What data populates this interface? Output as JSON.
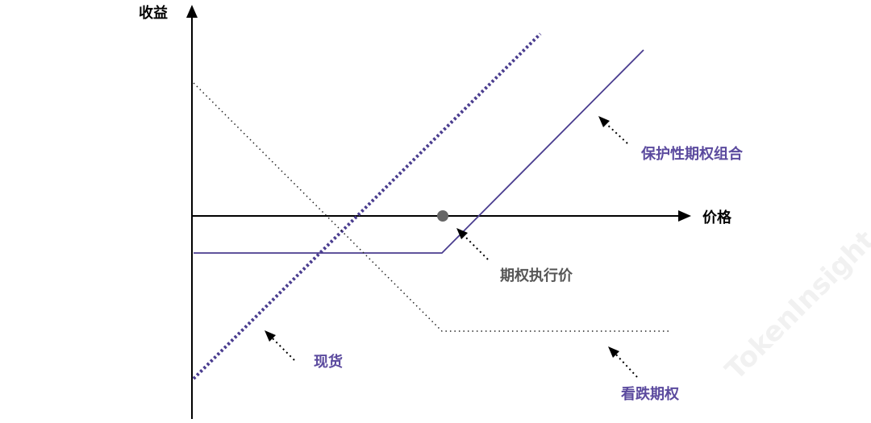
{
  "axes": {
    "y_label": "收益",
    "x_label": "价格"
  },
  "labels": {
    "protective_put": "保护性期权组合",
    "strike_price": "期权执行价",
    "spot": "现货",
    "put_option": "看跌期权"
  },
  "watermark": "TokenInsight",
  "colors": {
    "axis": "#000000",
    "protective_put_line": "#4a3d8f",
    "spot_line": "#4a3d8f",
    "put_line": "#222222",
    "strike_dot": "#666666",
    "purple_label": "#5b4a9e",
    "gray_label": "#555555"
  }
}
